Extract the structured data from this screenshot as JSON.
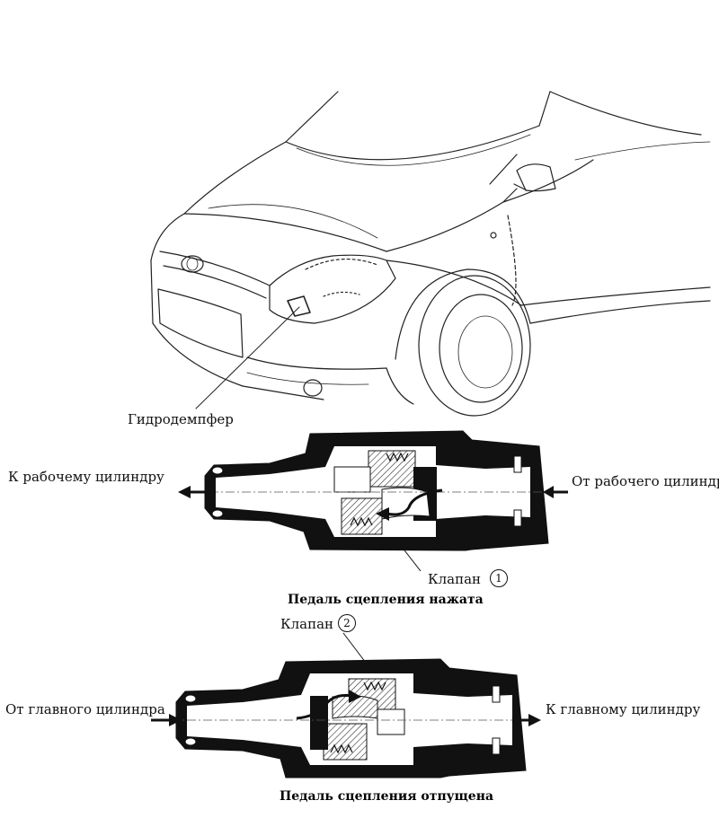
{
  "labels": {
    "damper": "Гидродемпфер",
    "to_slave": "К рабочему цилиндру",
    "from_slave": "От рабочего цилиндра",
    "valve_top": "Клапан",
    "valve_top_num": "1",
    "caption_pressed": "Педаль сцепления нажата",
    "valve_bottom": "Клапан",
    "valve_bottom_num": "2",
    "from_master": "От главного цилиндра",
    "to_master": "К главному цилиндру",
    "caption_released": "Педаль сцепления отпущена"
  }
}
